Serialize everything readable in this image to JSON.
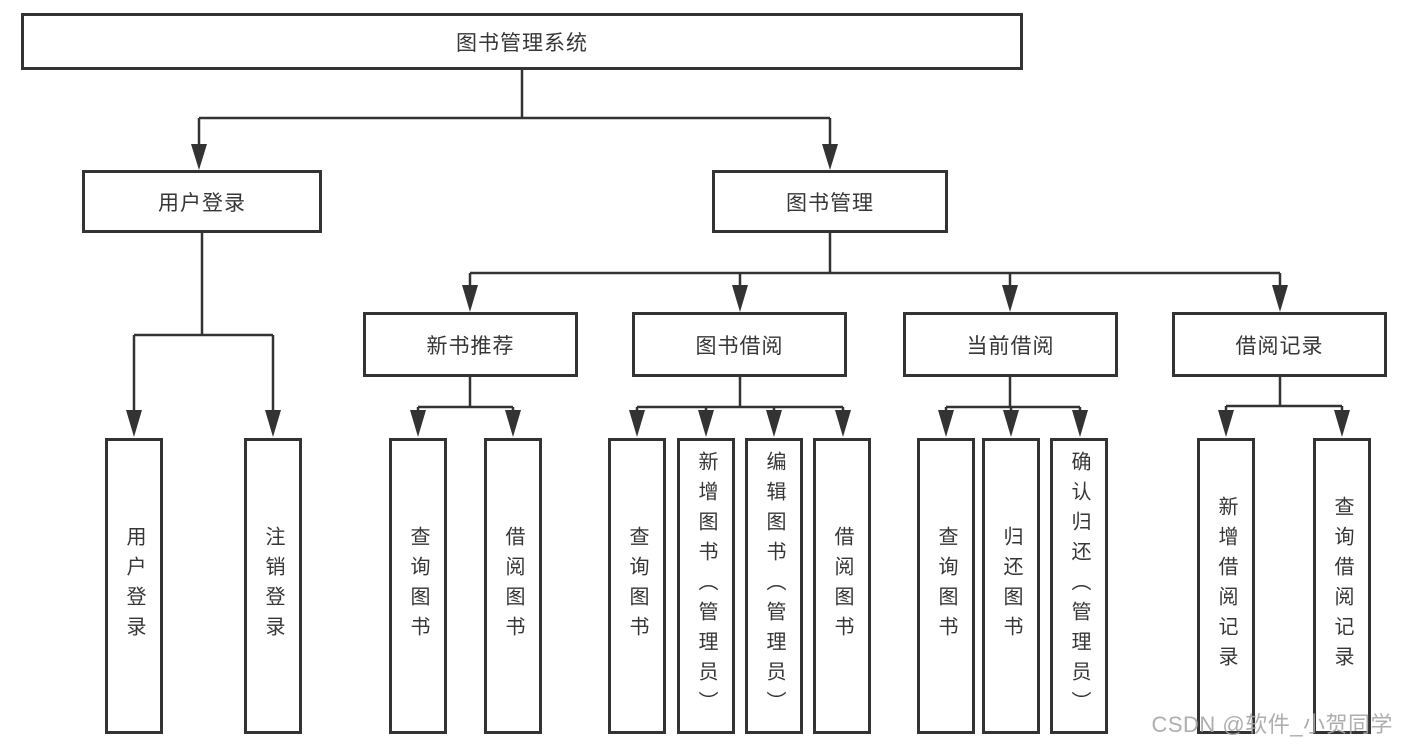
{
  "diagram": {
    "root_label": "图书管理系统",
    "branches": [
      {
        "label": "用户登录",
        "children": [
          {
            "label": "用户登录"
          },
          {
            "label": "注销登录"
          }
        ]
      },
      {
        "label": "图书管理",
        "sections": [
          {
            "label": "新书推荐",
            "children": [
              {
                "label": "查询图书"
              },
              {
                "label": "借阅图书"
              }
            ]
          },
          {
            "label": "图书借阅",
            "children": [
              {
                "label": "查询图书"
              },
              {
                "label": "新增图书（管理员）"
              },
              {
                "label": "编辑图书（管理员）"
              },
              {
                "label": "借阅图书"
              }
            ]
          },
          {
            "label": "当前借阅",
            "children": [
              {
                "label": "查询图书"
              },
              {
                "label": "归还图书"
              },
              {
                "label": "确认归还（管理员）"
              }
            ]
          },
          {
            "label": "借阅记录",
            "children": [
              {
                "label": "新增借阅记录"
              },
              {
                "label": "查询借阅记录"
              }
            ]
          }
        ]
      }
    ],
    "watermark": "CSDN @软件_小贺同学",
    "colors": {
      "line": "#333333",
      "box_border": "#333333",
      "text": "#363636",
      "watermark": "#a5a5a5",
      "background": "#ffffff"
    }
  }
}
